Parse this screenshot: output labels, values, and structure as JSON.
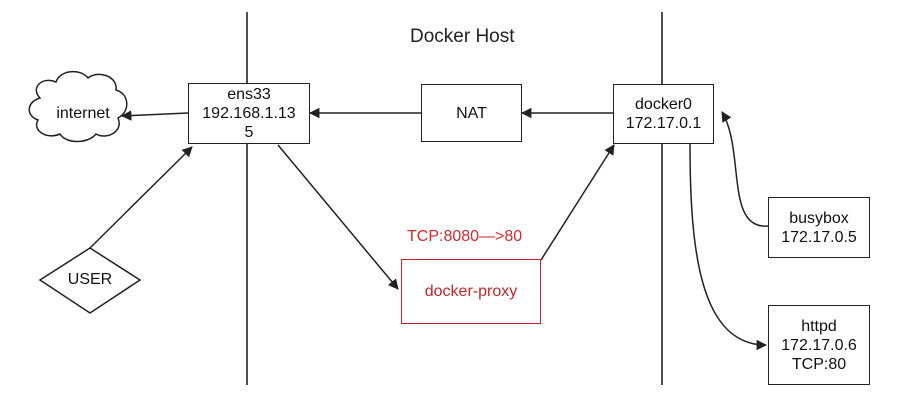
{
  "diagram": {
    "title": "Docker Host",
    "cloud_label": "internet",
    "user_label": "USER",
    "ens33": {
      "line1": "ens33",
      "line2": "192.168.1.13",
      "line3": "5"
    },
    "nat": "NAT",
    "docker0": {
      "line1": "docker0",
      "line2": "172.17.0.1"
    },
    "proxy_rule": "TCP:8080—>80",
    "proxy": "docker-proxy",
    "busybox": {
      "line1": "busybox",
      "line2": "172.17.0.5"
    },
    "httpd": {
      "line1": "httpd",
      "line2": "172.17.0.6",
      "line3": "TCP:80"
    },
    "colors": {
      "line": "#222222",
      "highlight": "#c0282d"
    }
  }
}
